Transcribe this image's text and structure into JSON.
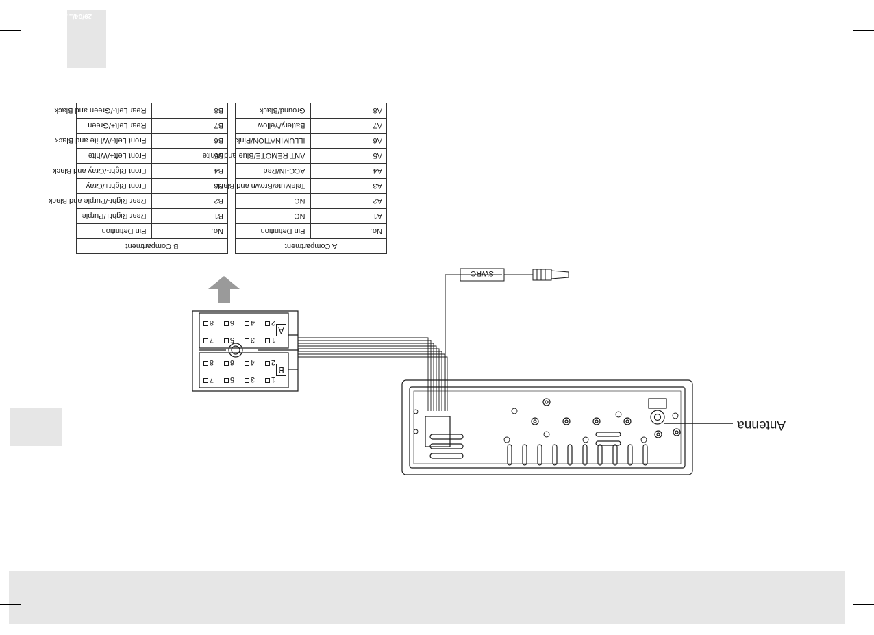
{
  "corner_page_number": "29/04/...",
  "swrc_label": "SWRC",
  "antenna_label": "Antenna",
  "connector": {
    "a_label": "A",
    "b_label": "B",
    "pin_labels": [
      "1",
      "2",
      "3",
      "4",
      "5",
      "6",
      "7",
      "8"
    ]
  },
  "table_a": {
    "title": "A Compartment",
    "col_no": "No.",
    "col_def": "Pin Definition",
    "rows": [
      {
        "no": "A1",
        "def": "NC"
      },
      {
        "no": "A2",
        "def": "NC"
      },
      {
        "no": "A3",
        "def": "TeleMute/Brown and Black"
      },
      {
        "no": "A4",
        "def": "ACC-IN/Red"
      },
      {
        "no": "A5",
        "def": "ANT REMOTE/Blue and White"
      },
      {
        "no": "A6",
        "def": "ILLUMINATION/Pink"
      },
      {
        "no": "A7",
        "def": "Battery/Yellow"
      },
      {
        "no": "A8",
        "def": "Ground/Black"
      }
    ]
  },
  "table_b": {
    "title": "B  Compartment",
    "col_no": "No.",
    "col_def": "Pin Definition",
    "rows": [
      {
        "no": "B1",
        "def": "Rear Right+/Purple"
      },
      {
        "no": "B2",
        "def": "Rear Right-/Purple and Black"
      },
      {
        "no": "B3",
        "def": "Front Right+/Gray"
      },
      {
        "no": "B4",
        "def": "Front Right-/Gray and Black"
      },
      {
        "no": "B5",
        "def": "Front Left+/White"
      },
      {
        "no": "B6",
        "def": "Front Left-/White and Black"
      },
      {
        "no": "B7",
        "def": "Rear Left+/Green"
      },
      {
        "no": "B8",
        "def": "Rear Left-/Green and Black"
      }
    ]
  },
  "colors": {
    "line": "#1a1a1a",
    "band": "#e6e6e6",
    "arrow": "#9a9a9a"
  }
}
